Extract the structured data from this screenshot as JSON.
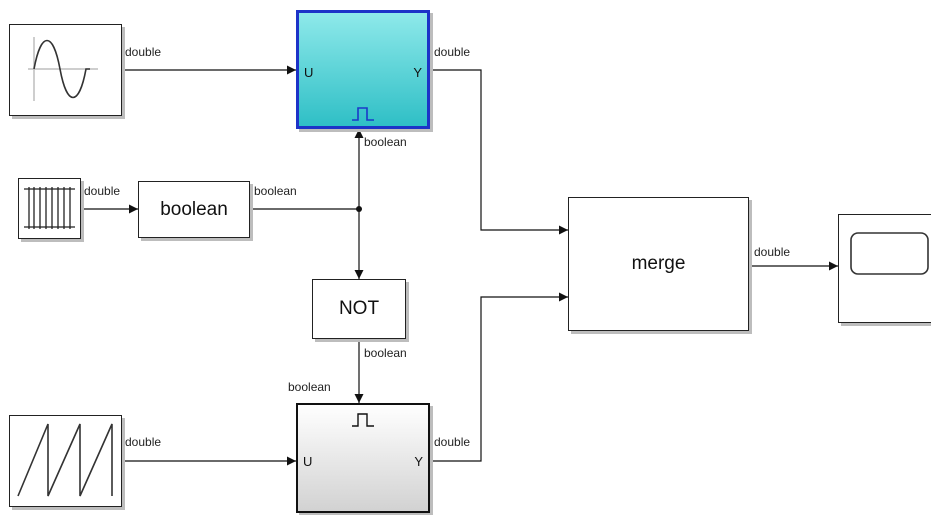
{
  "colors": {
    "line": "#111111",
    "enabled_top": "#8ee9ea",
    "enabled_bottom": "#2fbfc6",
    "enabled_border": "#1c33c8",
    "trigger_blue": "#1a39c9",
    "bottom_grad_top": "#ffffff",
    "bottom_grad_bottom": "#d2d2d2"
  },
  "blocks": {
    "sine_icon": "sine-wave-icon",
    "pulse_icon": "pulse-generator-icon",
    "sawtooth_icon": "sawtooth-icon",
    "scope_icon": "scope-screen-icon",
    "trigger_icon": "trigger-pulse-icon",
    "convert_label": "boolean",
    "not_label": "NOT",
    "merge_label": "merge",
    "top_subsystem": {
      "in_port": "U",
      "out_port": "Y"
    },
    "bottom_subsystem": {
      "in_port": "U",
      "out_port": "Y"
    }
  },
  "signals": {
    "sine_out": "double",
    "pulse_out": "double",
    "convert_out": "boolean",
    "top_trigger": "boolean",
    "top_out": "double",
    "not_out": "boolean",
    "bottom_trigger": "boolean",
    "saw_out": "double",
    "bottom_out": "double",
    "merge_out": "double"
  }
}
